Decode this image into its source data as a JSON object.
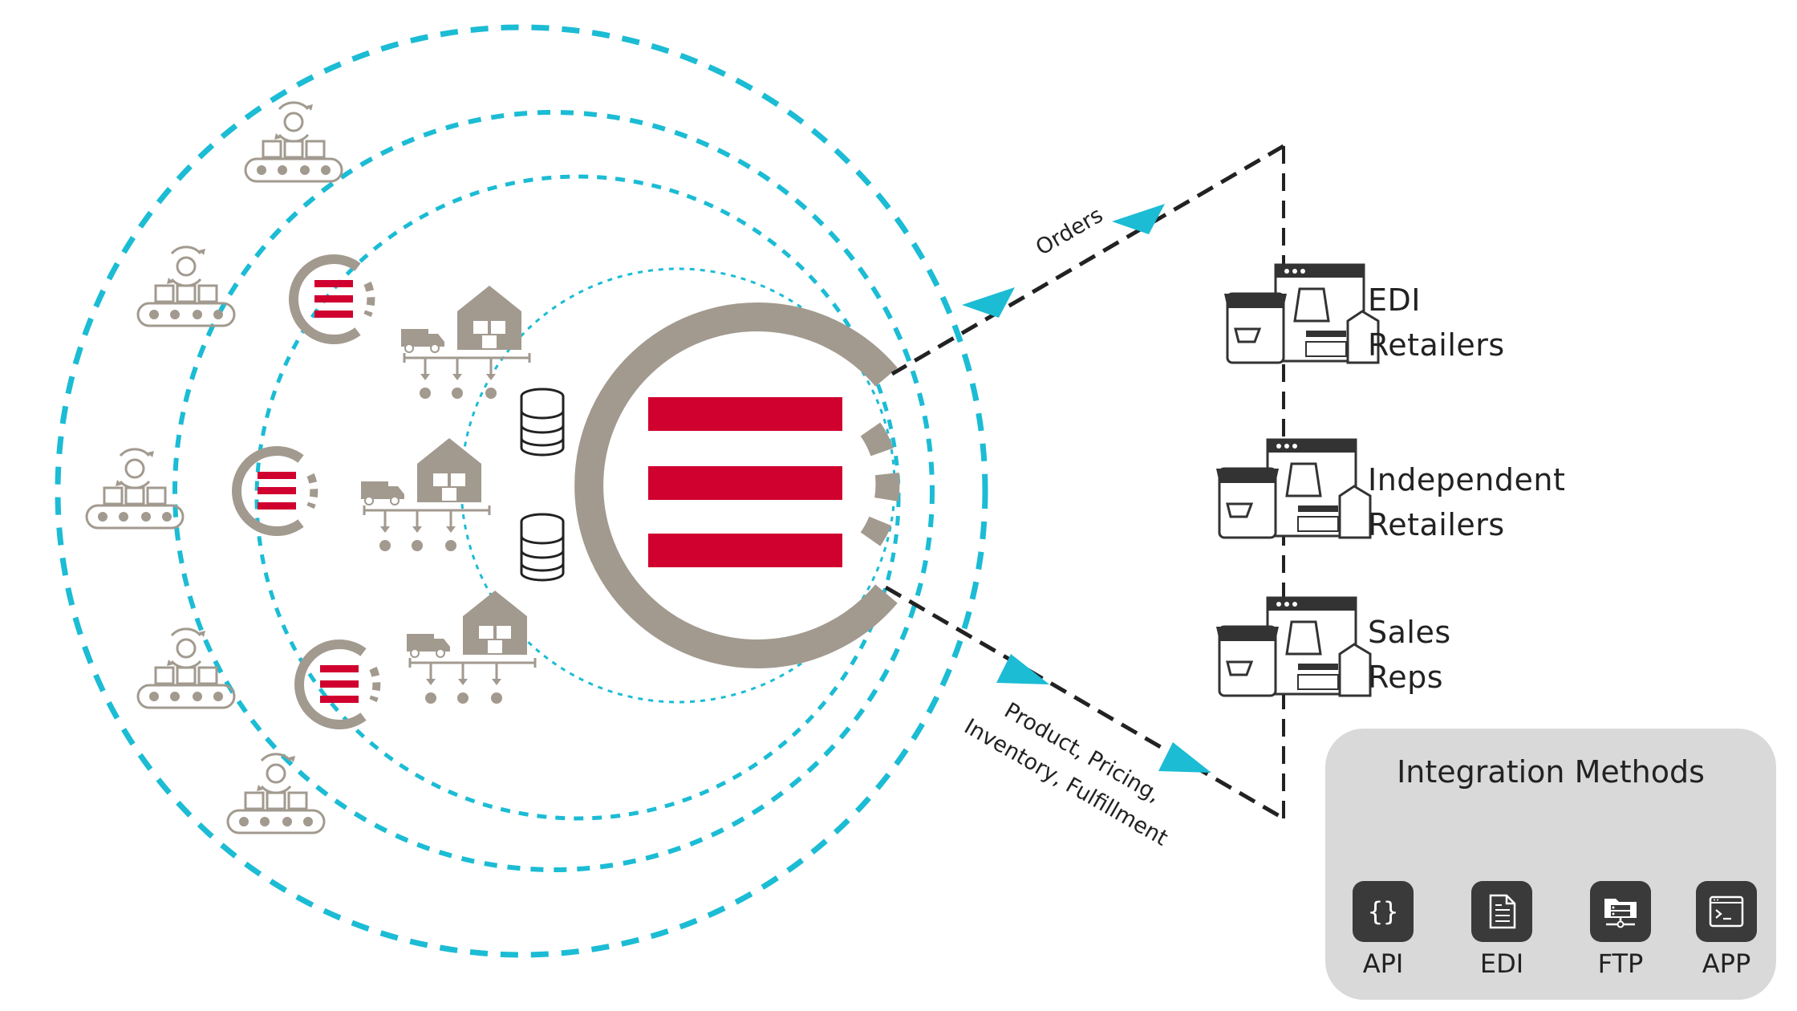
{
  "arrows": {
    "orders_label": "Orders",
    "product_label_line1": "Product, Pricing,",
    "product_label_line2": "Inventory, Fulfillment"
  },
  "retailers": [
    {
      "line1": "EDI",
      "line2": "Retailers",
      "icon": "storefront-icon"
    },
    {
      "line1": "Independent",
      "line2": "Retailers",
      "icon": "storefront-icon"
    },
    {
      "line1": "Sales",
      "line2": "Reps",
      "icon": "storefront-icon"
    }
  ],
  "integration": {
    "title": "Integration Methods",
    "methods": [
      {
        "label": "API",
        "icon": "curly-braces-icon"
      },
      {
        "label": "EDI",
        "icon": "document-icon"
      },
      {
        "label": "FTP",
        "icon": "folder-server-icon"
      },
      {
        "label": "APP",
        "icon": "terminal-icon"
      }
    ]
  },
  "colors": {
    "ring": "#1bbcd4",
    "brand_red": "#d0002f",
    "brand_gray": "#a29a8f",
    "dark": "#222222",
    "panel_bg": "#d9d9d9"
  }
}
